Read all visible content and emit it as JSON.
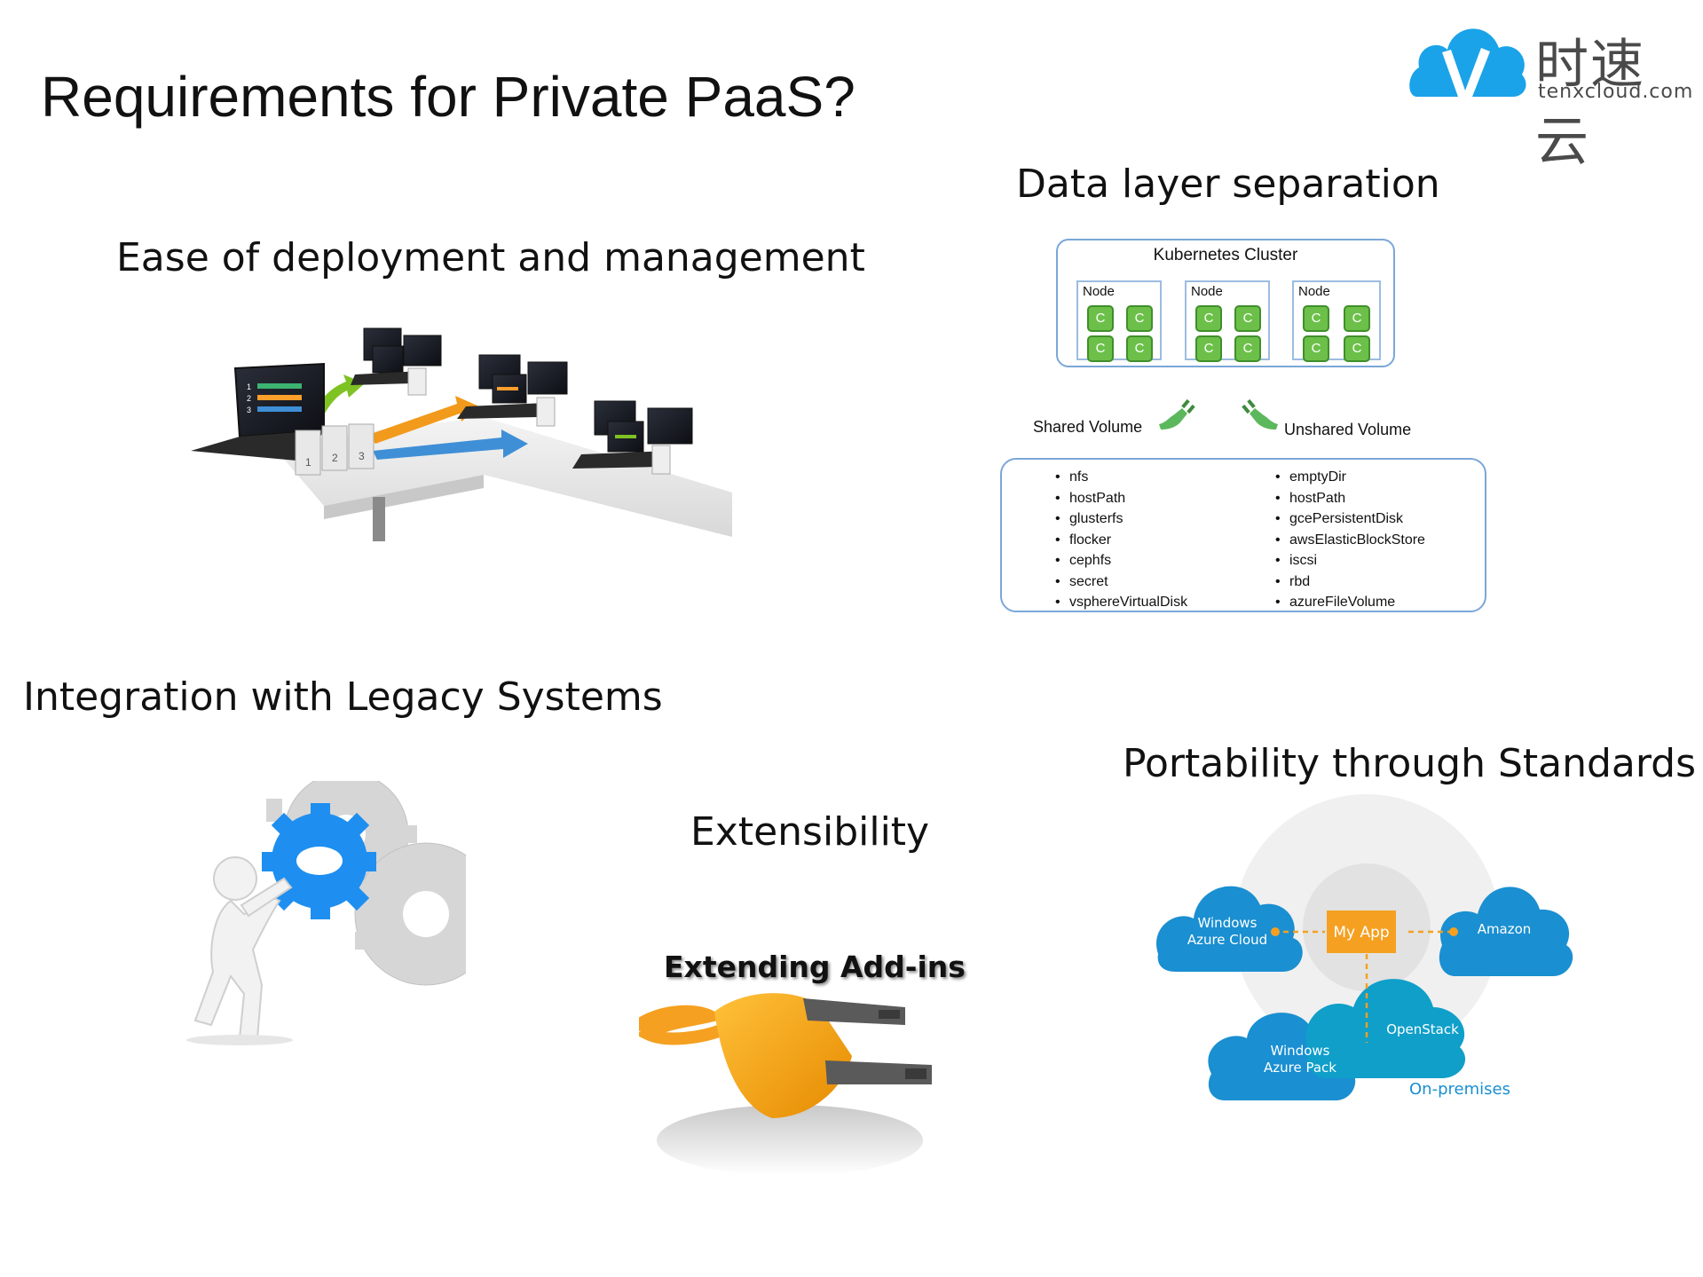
{
  "title": "Requirements for Private PaaS?",
  "logo": {
    "chinese": "时速云",
    "english": "tenxcloud.com"
  },
  "sections": {
    "deployment": {
      "heading": "Ease of deployment and management"
    },
    "data_layer": {
      "heading": "Data layer separation"
    },
    "integration": {
      "heading": "Integration with Legacy Systems"
    },
    "extensibility": {
      "heading": "Extensibility",
      "image_caption": "Extending Add-ins"
    },
    "portability": {
      "heading": "Portability through Standards"
    }
  },
  "k8s": {
    "cluster_label": "Kubernetes Cluster",
    "nodes": [
      {
        "label": "Node",
        "containers": [
          "C",
          "C",
          "C",
          "C"
        ]
      },
      {
        "label": "Node",
        "containers": [
          "C",
          "C",
          "C",
          "C"
        ]
      },
      {
        "label": "Node",
        "containers": [
          "C",
          "C",
          "C",
          "C"
        ]
      }
    ],
    "shared_label": "Shared Volume",
    "unshared_label": "Unshared Volume",
    "shared_volumes": [
      "nfs",
      "hostPath",
      "glusterfs",
      "flocker",
      "cephfs",
      "secret",
      "vsphereVirtualDisk"
    ],
    "unshared_volumes": [
      "emptyDir",
      "hostPath",
      "gcePersistentDisk",
      "awsElasticBlockStore",
      "iscsi",
      "rbd",
      "azureFileVolume"
    ]
  },
  "clouds": {
    "app": "My App",
    "windows_azure_cloud": [
      "Windows",
      "Azure Cloud"
    ],
    "amazon": "Amazon",
    "openstack": "OpenStack",
    "windows_azure_pack": [
      "Windows",
      "Azure Pack"
    ],
    "on_premises": "On-premises"
  },
  "deployment_diagram": {
    "main_screen_numbers": [
      "1",
      "2",
      "3"
    ],
    "package_numbers": [
      "1",
      "2",
      "3"
    ]
  },
  "colors": {
    "cloud_blue": "#1a8fd1",
    "app_orange": "#f5a021",
    "container_green": "#6cc04a",
    "gear_blue": "#1e8ff0"
  }
}
